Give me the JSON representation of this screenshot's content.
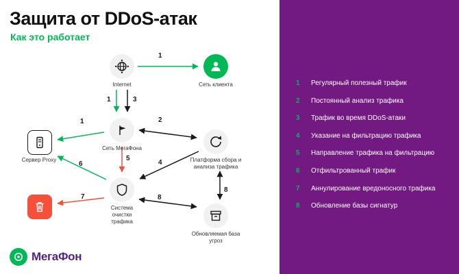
{
  "header": {
    "title": "Защита от DDoS-атак",
    "subtitle": "Как это работает"
  },
  "diagram": {
    "nodes": {
      "internet": {
        "label": "Internet"
      },
      "client_network": {
        "label": "Сеть клиента"
      },
      "megafon_network": {
        "label": "Сеть МегаФона"
      },
      "proxy_server": {
        "label": "Сервер Proxy"
      },
      "analysis_platform": {
        "label": "Платформа сбора и анализа трафика"
      },
      "cleaning_system": {
        "label": "Система очистки трафика"
      },
      "threat_db": {
        "label": "Обновляемая база угроз"
      }
    },
    "numbers": {
      "n1_top": "1",
      "n1_down": "1",
      "n3_down": "3",
      "n2": "2",
      "n1_proxy": "1",
      "n5": "5",
      "n4": "4",
      "n6": "6",
      "n7": "7",
      "n8_h": "8",
      "n8_v": "8"
    }
  },
  "legend": {
    "items": [
      {
        "num": "1",
        "text": "Регулярный полезный трафик"
      },
      {
        "num": "2",
        "text": "Постоянный анализ трафика"
      },
      {
        "num": "3",
        "text": "Трафик во время DDoS-атаки"
      },
      {
        "num": "4",
        "text": "Указание на фильтрацию трафика"
      },
      {
        "num": "5",
        "text": "Направление трафика на фильтрацию"
      },
      {
        "num": "6",
        "text": "Отфильтрованный трафик"
      },
      {
        "num": "7",
        "text": "Аннулирование вредоносного трафика"
      },
      {
        "num": "8",
        "text": "Обновление базы сигнатур"
      }
    ]
  },
  "logo": {
    "text": "МегаФон"
  },
  "colors": {
    "green": "#00B956",
    "purple": "#731982",
    "red": "#F4503A",
    "ink": "#1A1A1A"
  }
}
